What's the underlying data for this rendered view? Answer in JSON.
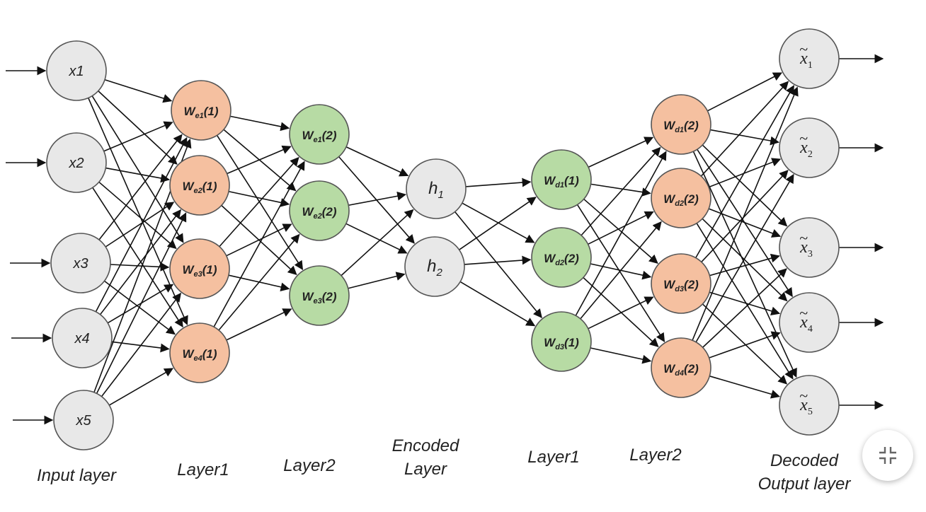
{
  "colors": {
    "gray_fill": "#e8e8e8",
    "orange_fill": "#f5c0a0",
    "green_fill": "#b7dba4",
    "outline": "#555555",
    "line": "#111111"
  },
  "labels": {
    "input": "Input layer",
    "enc_layer1": "Layer1",
    "enc_layer2": "Layer2",
    "encoded_line1": "Encoded",
    "encoded_line2": "Layer",
    "dec_layer1": "Layer1",
    "dec_layer2": "Layer2",
    "decoded_line1": "Decoded",
    "decoded_line2": "Output layer"
  },
  "layers": {
    "input": [
      "x1",
      "x2",
      "x3",
      "x4",
      "x5"
    ],
    "enc1": [
      {
        "base": "W",
        "sub": "e1",
        "suffix": "(1)"
      },
      {
        "base": "W",
        "sub": "e2",
        "suffix": "(1)"
      },
      {
        "base": "W",
        "sub": "e3",
        "suffix": "(1)"
      },
      {
        "base": "W",
        "sub": "e4",
        "suffix": "(1)"
      }
    ],
    "enc2": [
      {
        "base": "W",
        "sub": "e1",
        "suffix": "(2)"
      },
      {
        "base": "W",
        "sub": "e2",
        "suffix": "(2)"
      },
      {
        "base": "W",
        "sub": "e3",
        "suffix": "(2)"
      }
    ],
    "code": [
      {
        "base": "h",
        "sub": "1"
      },
      {
        "base": "h",
        "sub": "2"
      }
    ],
    "dec1": [
      {
        "base": "W",
        "sub": "d1",
        "suffix": "(1)"
      },
      {
        "base": "W",
        "sub": "d2",
        "suffix": "(2)"
      },
      {
        "base": "W",
        "sub": "d3",
        "suffix": "(1)"
      }
    ],
    "dec2": [
      {
        "base": "W",
        "sub": "d1",
        "suffix": "(2)"
      },
      {
        "base": "W",
        "sub": "d2",
        "suffix": "(2)"
      },
      {
        "base": "W",
        "sub": "d3",
        "suffix": "(2)"
      },
      {
        "base": "W",
        "sub": "d4",
        "suffix": "(2)"
      }
    ],
    "output": [
      {
        "base": "x",
        "sub": "1",
        "tilde": "~"
      },
      {
        "base": "x",
        "sub": "2",
        "tilde": "~"
      },
      {
        "base": "x",
        "sub": "3",
        "tilde": "~"
      },
      {
        "base": "x",
        "sub": "4",
        "tilde": "~"
      },
      {
        "base": "x",
        "sub": "5",
        "tilde": "~"
      }
    ]
  },
  "controls": {
    "exit_icon": "exit-fullscreen-icon"
  }
}
